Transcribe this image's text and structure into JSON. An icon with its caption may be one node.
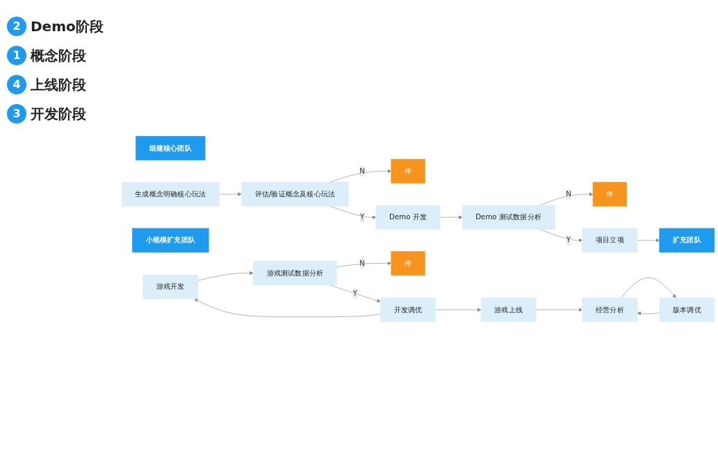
{
  "diagram": {
    "nodes": [
      {
        "text": [
          "组建核心团队"
        ]
      },
      {
        "text": [
          "生成概念明确核心玩法"
        ]
      },
      {
        "text": [
          "评估/验证概念及核心玩法"
        ]
      },
      {
        "text": [
          "停"
        ]
      },
      {
        "text": [
          "小规模扩充团队"
        ]
      },
      {
        "text": [
          "Demo 开发"
        ]
      },
      {
        "text": [
          "Demo 测试数据分析"
        ]
      },
      {
        "text": [
          "停"
        ]
      },
      {
        "text": [
          "项目立项"
        ]
      },
      {
        "text": [
          "扩充团队"
        ]
      },
      {
        "text": [
          "游戏开发"
        ]
      },
      {
        "text": [
          "游戏测试数据分析"
        ]
      },
      {
        "text": [
          "停"
        ]
      },
      {
        "text": [
          "开发调优"
        ]
      },
      {
        "text": [
          "游戏上线"
        ]
      },
      {
        "text": [
          "经营分析"
        ]
      },
      {
        "text": [
          "版本调优"
        ]
      }
    ],
    "edges": [
      {
        "from": 1,
        "to": 2,
        "arrow": "to"
      },
      {
        "from": 2,
        "to": 5,
        "arrow": "to",
        "label": "Y"
      },
      {
        "from": 2,
        "to": 3,
        "arrow": "to",
        "label": "N"
      },
      {
        "from": 5,
        "to": 6,
        "arrow": "to"
      },
      {
        "from": 6,
        "to": 7,
        "arrow": "to",
        "label": "N"
      },
      {
        "from": 6,
        "to": 8,
        "arrow": "to",
        "label": "Y"
      },
      {
        "from": 8,
        "to": 9,
        "arrow": "to"
      },
      {
        "from": 10,
        "to": 11,
        "arrow": "to"
      },
      {
        "from": 11,
        "to": 12,
        "arrow": "to",
        "label": "N"
      },
      {
        "from": 11,
        "to": 13,
        "arrow": "to",
        "label": "Y"
      },
      {
        "from": 13,
        "to": 14,
        "arrow": "to"
      },
      {
        "from": 14,
        "to": 15,
        "arrow": "to"
      },
      {
        "from": 15,
        "to": 16,
        "arrow": "to"
      },
      {
        "from": 16,
        "to": 15,
        "arrow": "to"
      },
      {
        "from": 13,
        "to": 10,
        "arrow": "to"
      }
    ],
    "labels": [
      "2",
      "Demo阶段",
      "1",
      "概念阶段",
      "4",
      "上线阶段",
      "3",
      "开发阶段"
    ]
  }
}
